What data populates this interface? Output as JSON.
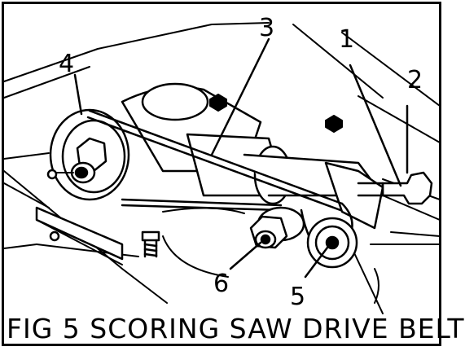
{
  "caption": "FIG 5 SCORING SAW DRIVE BELT",
  "callouts": [
    "1",
    "2",
    "3",
    "4",
    "5",
    "6"
  ]
}
